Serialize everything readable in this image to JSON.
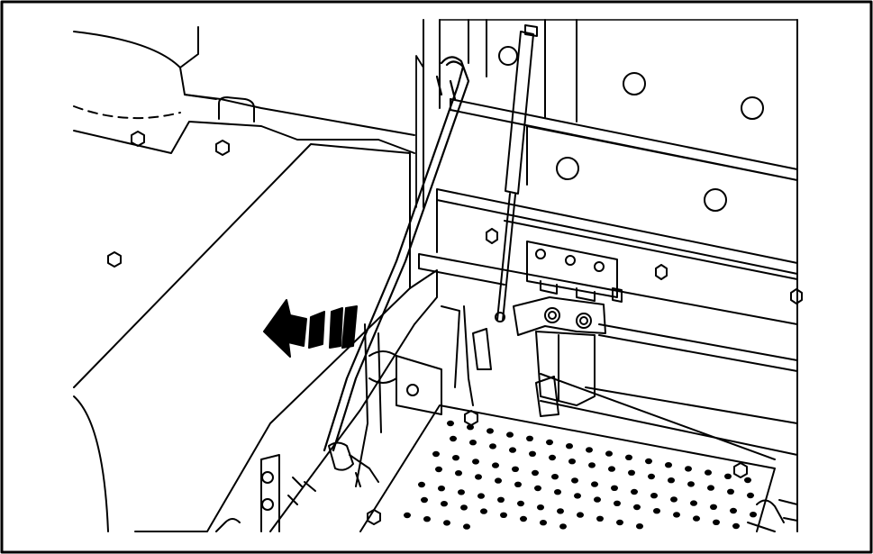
{
  "figure": {
    "kind": "line-drawing",
    "subject": "machine-compartment-cover-hinge-and-gas-strut",
    "colors": {
      "line": "#000000",
      "paper": "#ffffff",
      "arrow": "#000000"
    },
    "arrow_direction": "left",
    "callouts": []
  }
}
